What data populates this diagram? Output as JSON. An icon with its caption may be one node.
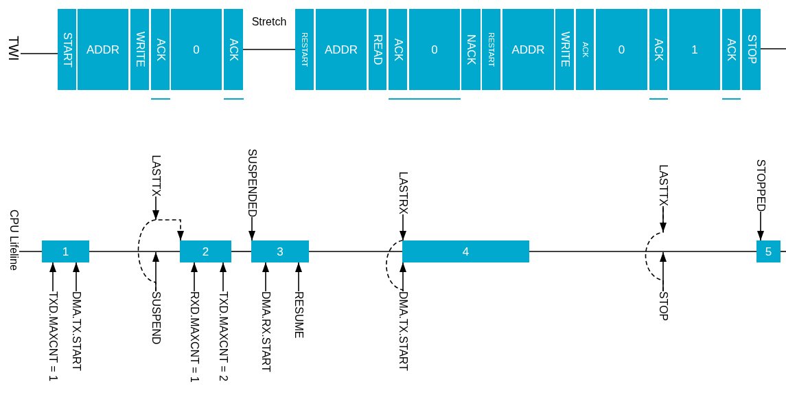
{
  "diagram": {
    "nodes": [
      {
        "text": [
          "TWI"
        ]
      },
      {
        "text": [
          "START"
        ]
      },
      {
        "text": [
          "ADDR"
        ]
      },
      {
        "text": [
          "WRITE"
        ]
      },
      {
        "text": [
          "ACK"
        ]
      },
      {
        "text": [
          "0"
        ]
      },
      {
        "text": [
          "ACK"
        ]
      },
      {
        "text": [
          "RESTART"
        ]
      },
      {
        "text": [
          "ADDR"
        ]
      },
      {
        "text": [
          "READ"
        ]
      },
      {
        "text": [
          "ACK"
        ]
      },
      {
        "text": [
          "0"
        ]
      },
      {
        "text": [
          "NACK"
        ]
      },
      {
        "text": [
          "RESTART"
        ]
      },
      {
        "text": [
          "ADDR"
        ]
      },
      {
        "text": [
          "WRITE"
        ]
      },
      {
        "text": [
          "ACK"
        ]
      },
      {
        "text": [
          "0"
        ]
      },
      {
        "text": [
          "ACK"
        ]
      },
      {
        "text": [
          "1"
        ]
      },
      {
        "text": [
          "ACK"
        ]
      },
      {
        "text": [
          "STOP"
        ]
      },
      {
        "text": [
          "CPU Lifeline"
        ]
      },
      {
        "text": [
          "1"
        ]
      },
      {
        "text": [
          "2"
        ]
      },
      {
        "text": [
          "3"
        ]
      },
      {
        "text": [
          "4"
        ]
      },
      {
        "text": [
          "5"
        ]
      },
      {
        "text": [
          "LASTTX"
        ]
      },
      {
        "text": [
          "SUSPENDED"
        ]
      },
      {
        "text": [
          "LASTRX"
        ]
      },
      {
        "text": [
          "LASTTX"
        ]
      },
      {
        "text": [
          "STOPPED"
        ]
      },
      {
        "text": [
          "TXD.MAXCNT = 1"
        ]
      },
      {
        "text": [
          "DMA.TX.START"
        ]
      },
      {
        "text": [
          "SUSPEND"
        ]
      },
      {
        "text": [
          "RXD.MAXCNT = 1"
        ]
      },
      {
        "text": [
          "TXD.MAXCNT = 2"
        ]
      },
      {
        "text": [
          "DMA.RX.START"
        ]
      },
      {
        "text": [
          "RESUME"
        ]
      },
      {
        "text": [
          "DMA.TX.START"
        ]
      },
      {
        "text": [
          "STOP"
        ]
      }
    ],
    "edges": [
      {
        "from": 0,
        "to": 1,
        "arrow": "none"
      },
      {
        "from": 6,
        "to": 7,
        "arrow": "none",
        "label": "Stretch"
      },
      {
        "from": 21,
        "to": null,
        "arrow": "none"
      },
      {
        "from": 22,
        "to": 23,
        "arrow": "none"
      },
      {
        "from": 23,
        "to": 24,
        "arrow": "none"
      },
      {
        "from": 24,
        "to": 25,
        "arrow": "none"
      },
      {
        "from": 25,
        "to": 26,
        "arrow": "none"
      },
      {
        "from": 26,
        "to": 27,
        "arrow": "none"
      },
      {
        "from": 27,
        "to": null,
        "arrow": "none"
      },
      {
        "from": 28,
        "to": null,
        "arrow": "to"
      },
      {
        "from": 29,
        "to": 25,
        "arrow": "to"
      },
      {
        "from": 30,
        "to": 26,
        "arrow": "to"
      },
      {
        "from": 31,
        "to": null,
        "arrow": "to"
      },
      {
        "from": 32,
        "to": 27,
        "arrow": "to"
      },
      {
        "from": 33,
        "to": 23,
        "arrow": "to"
      },
      {
        "from": 34,
        "to": 23,
        "arrow": "to"
      },
      {
        "from": 35,
        "to": null,
        "arrow": "to"
      },
      {
        "from": 36,
        "to": 24,
        "arrow": "to"
      },
      {
        "from": 37,
        "to": 24,
        "arrow": "to"
      },
      {
        "from": 38,
        "to": 25,
        "arrow": "to"
      },
      {
        "from": 39,
        "to": 25,
        "arrow": "to"
      },
      {
        "from": 40,
        "to": 26,
        "arrow": "to"
      },
      {
        "from": 41,
        "to": null,
        "arrow": "to"
      },
      {
        "from": 35,
        "to": 24,
        "arrow": "to",
        "style": "dashed"
      },
      {
        "from": 40,
        "to": 26,
        "arrow": "none",
        "style": "dashed"
      },
      {
        "from": 41,
        "to": 31,
        "arrow": "none",
        "style": "dashed"
      }
    ]
  }
}
